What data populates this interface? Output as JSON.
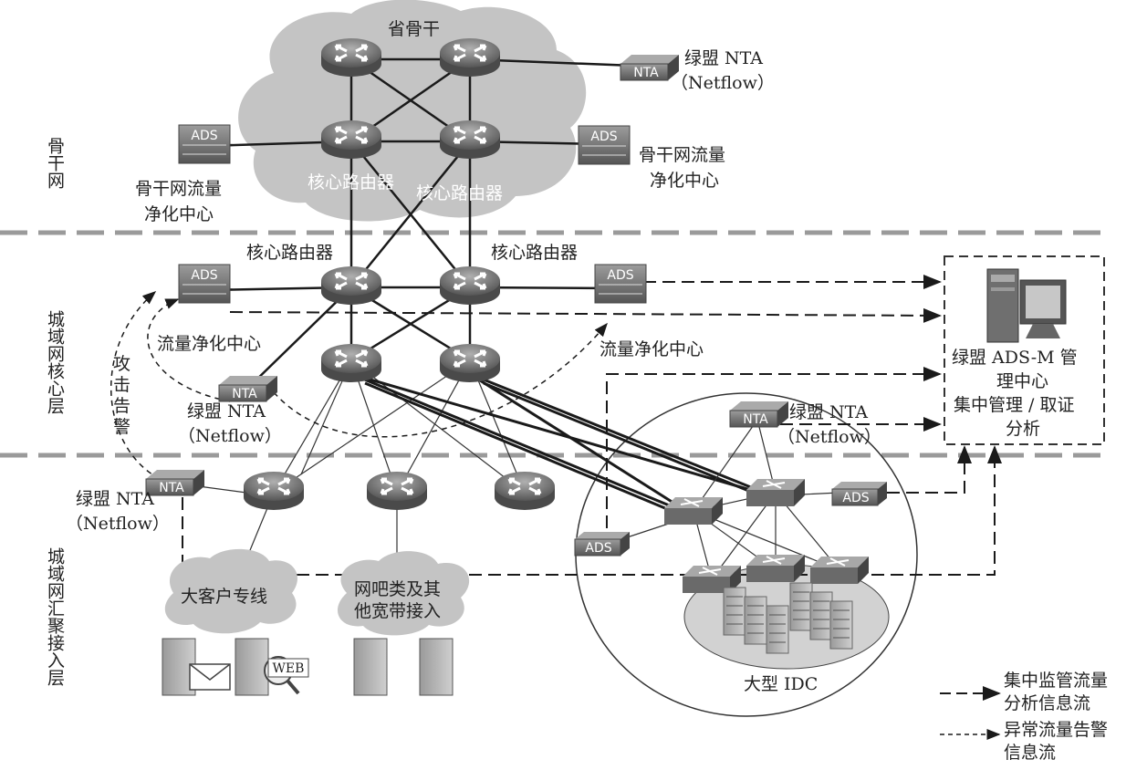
{
  "layers": {
    "backbone": "骨干网",
    "metro_core": "城域网核心层",
    "metro_access": "城域网汇聚接入层"
  },
  "backbone": {
    "cloud_label": "省骨干",
    "core_router_left": "核心路由器",
    "core_router_right": "核心路由器",
    "nta_label": "绿盟 NTA",
    "nta_sub": "（Netflow）",
    "clean_left_line1": "骨干网流量",
    "clean_left_line2": "净化中心",
    "clean_right_line1": "骨干网流量",
    "clean_right_line2": "净化中心"
  },
  "metro": {
    "core_router_left": "核心路由器",
    "core_router_right": "核心路由器",
    "clean_left": "流量净化中心",
    "clean_right": "流量净化中心",
    "nta_label": "绿盟 NTA",
    "nta_sub": "（Netflow）",
    "attack_alert": [
      "攻",
      "击",
      "告",
      "警"
    ]
  },
  "access": {
    "nta_label": "绿盟 NTA",
    "nta_sub": "（Netflow）",
    "vip_cloud": "大客户专线",
    "cafe_line1": "网吧类及其",
    "cafe_line2": "他宽带接入",
    "web_tag": "WEB"
  },
  "idc": {
    "nta_label": "绿盟 NTA",
    "nta_sub": "（Netflow）",
    "label": "大型 IDC"
  },
  "adsm": {
    "line1": "绿盟 ADS-M 管",
    "line2": "理中心",
    "line3": "集中管理 / 取证",
    "line4": "分析"
  },
  "device_text": {
    "ads": "ADS",
    "nta": "NTA"
  },
  "legend": {
    "item1_line1": "集中监管流量",
    "item1_line2": "分析信息流",
    "item2_line1": "异常流量告警",
    "item2_line2": "信息流"
  },
  "colors": {
    "line": "#1a1a1a",
    "cloud": "#c4c4c4",
    "router": "#8a8a8a",
    "device": "#7a7a7a",
    "divider": "#9a9a9a"
  }
}
